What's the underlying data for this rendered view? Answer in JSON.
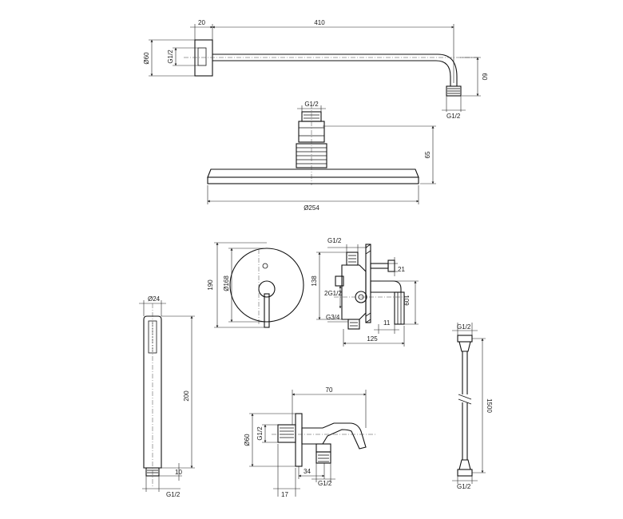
{
  "diagram": {
    "arm": {
      "d_length": "410",
      "d_flange_depth": "20",
      "d_flange_dia": "Ø60",
      "d_thread_wall": "G1/2",
      "d_drop": "60",
      "d_thread_outlet": "G1/2"
    },
    "head": {
      "d_thread": "G1/2",
      "d_height": "65",
      "d_dia": "Ø254"
    },
    "mixer_plate": {
      "d_height": "190",
      "d_dia": "Ø168"
    },
    "mixer_body": {
      "d_thread_top": "G1/2",
      "d_21": "21",
      "d_138": "138",
      "d_2g": "2G1/2",
      "d_109": "109",
      "d_g34": "G3/4",
      "d_11": "11",
      "d_125": "125"
    },
    "hand_shower": {
      "d_dia": "Ø24",
      "d_length": "200",
      "d_10": "10",
      "d_thread": "G1/2"
    },
    "wall_outlet": {
      "d_70": "70",
      "d_dia": "Ø60",
      "d_thread": "G1/2",
      "d_34": "34",
      "d_thread_bottom": "G1/2",
      "d_17": "17"
    },
    "hose": {
      "d_thread_top": "G1/2",
      "d_length": "1500",
      "d_thread_bottom": "G1/2"
    }
  }
}
